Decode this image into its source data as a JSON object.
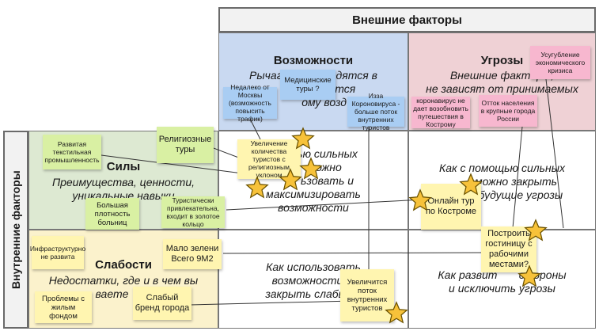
{
  "header_external": "Внешние факторы",
  "header_internal": "Внутренние факторы",
  "opportunities": {
    "title": "Возможности",
    "text": "Рычаги, которые находятся в … дают … возможности … (под стикерами)",
    "visible_text": "Рычаги, к        ходятся в\n            адаются\n       ому возд"
  },
  "threats": {
    "title": "Угрозы",
    "visible_text": "Внешние факторы,\nне зависят от принимаемых\n             й"
  },
  "strengths": {
    "title": "Силы",
    "visible_text": "Преимущества, ценности,\nуникальные навыки"
  },
  "weaknesses": {
    "title": "Слабости",
    "visible_text": "Недостатки, где и в чем вы\n      ваете           м"
  },
  "so_text": "         ью сильных\n          ожно\n         ьзовать и\nмаксимизировать\nвозможности",
  "st_text": "Как с помощью сильных\n         можно закрыть\n         и будущие угрозы",
  "wo_text": "Как использовать\nвозможности, ч\nзакрыть слабые с",
  "wt_text": "Как развит       стороны\nи исключить угрозы",
  "notes": [
    {
      "id": "n1",
      "text": "Недалеко от Москвы (возможность повысить трафик)",
      "color": "#a9cdf3"
    },
    {
      "id": "n2",
      "text": "Медицинские туры ?",
      "color": "#a9cdf3"
    },
    {
      "id": "n3",
      "text": "Изза Короновируса - больше поток внутренних туристов",
      "color": "#a9cdf3"
    },
    {
      "id": "n4",
      "text": "Усугубление экономического кризиса",
      "color": "#f7b7cf"
    },
    {
      "id": "n5",
      "text": "коронавирус не дает возобновить путешествия в Кострому",
      "color": "#f7b7cf"
    },
    {
      "id": "n6",
      "text": "Отток населения в крупные города России",
      "color": "#f7b7cf"
    },
    {
      "id": "n7",
      "text": "Развитая текстильная промышленность",
      "color": "#d9f0a3"
    },
    {
      "id": "n8",
      "text": "Религиозные туры",
      "color": "#d9f0a3"
    },
    {
      "id": "n9",
      "text": "Увеличение количества туристов с религиозным уклоном",
      "color": "#fff5b0"
    },
    {
      "id": "n10",
      "text": "Большая плотность больниц",
      "color": "#d9f0a3"
    },
    {
      "id": "n11",
      "text": "Туристически привлекательна, входит в золотое кольцо",
      "color": "#d9f0a3"
    },
    {
      "id": "n12",
      "text": "Онлайн тур по Костроме",
      "color": "#fff5b0"
    },
    {
      "id": "n13",
      "text": "Построить гостиницу с рабочими местами?",
      "color": "#fff5b0"
    },
    {
      "id": "n14",
      "text": "Инфраструктурно не развита",
      "color": "#fff5b0"
    },
    {
      "id": "n15",
      "text": "Мало зелени Всего 9М2",
      "color": "#fff5b0"
    },
    {
      "id": "n16",
      "text": "Увеличится поток внутренних туристов",
      "color": "#fff5b0"
    },
    {
      "id": "n17",
      "text": "Проблемы с жилым фондом",
      "color": "#fff5b0"
    },
    {
      "id": "n18",
      "text": "Слабый бренд города",
      "color": "#fff5b0"
    }
  ],
  "colors": {
    "opportunities": "#c9d9f1",
    "threats": "#efd1d5",
    "strengths": "#dde9d2",
    "weaknesses": "#fbf2cc",
    "star": "#f7c23a",
    "star_stroke": "#6b5200"
  }
}
